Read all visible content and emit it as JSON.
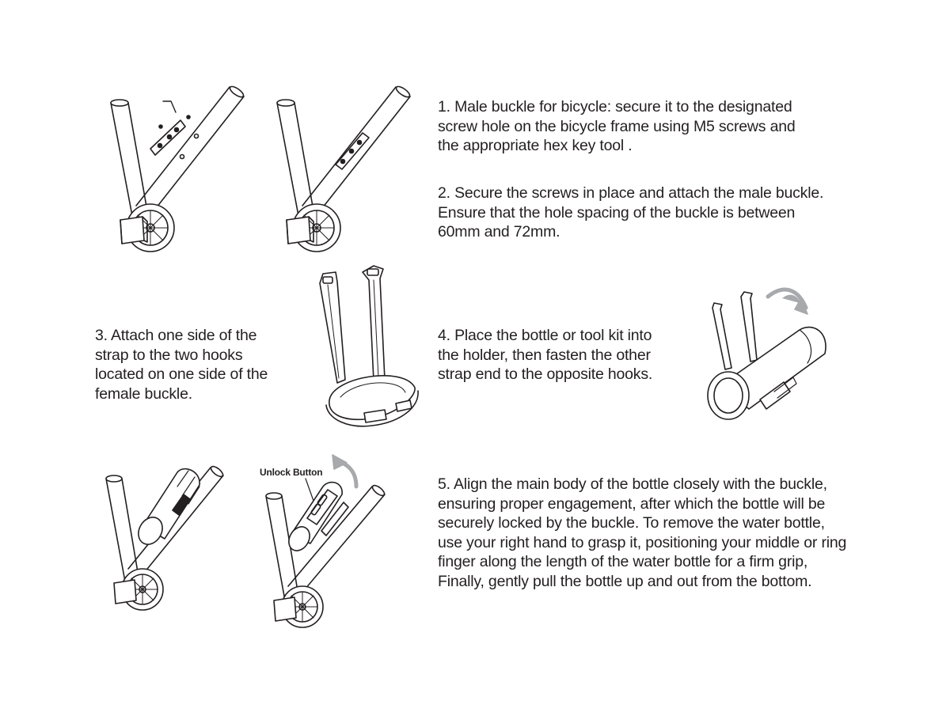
{
  "steps": {
    "s1": "1. Male buckle for bicycle:  secure it to the designated\nscrew hole on the bicycle frame using M5 screws and\nthe appropriate hex key tool .",
    "s2": "2. Secure the screws in place and attach the male buckle.\nEnsure that the hole spacing of the buckle is between\n60mm and 72mm.",
    "s3": "3. Attach one side of the\nstrap to the two hooks\nlocated on one side of the\nfemale buckle.",
    "s4": "4. Place the bottle or tool kit into\nthe holder, then fasten the other\nstrap end to the opposite hooks.",
    "s5": "5. Align the main body of the bottle closely with the buckle,\nensuring proper engagement, after which the bottle will be\nsecurely locked by the buckle. To remove the water bottle,\nuse your right hand to grasp it, positioning your middle or ring\nfinger along the length of the water bottle for a firm grip,\nFinally, gently pull the bottle up and out from the bottom."
  },
  "callout": {
    "unlock_button": "Unlock Button"
  },
  "colors": {
    "ink": "#231f20",
    "arrow_gray": "#a7a9ac",
    "background": "#ffffff"
  }
}
